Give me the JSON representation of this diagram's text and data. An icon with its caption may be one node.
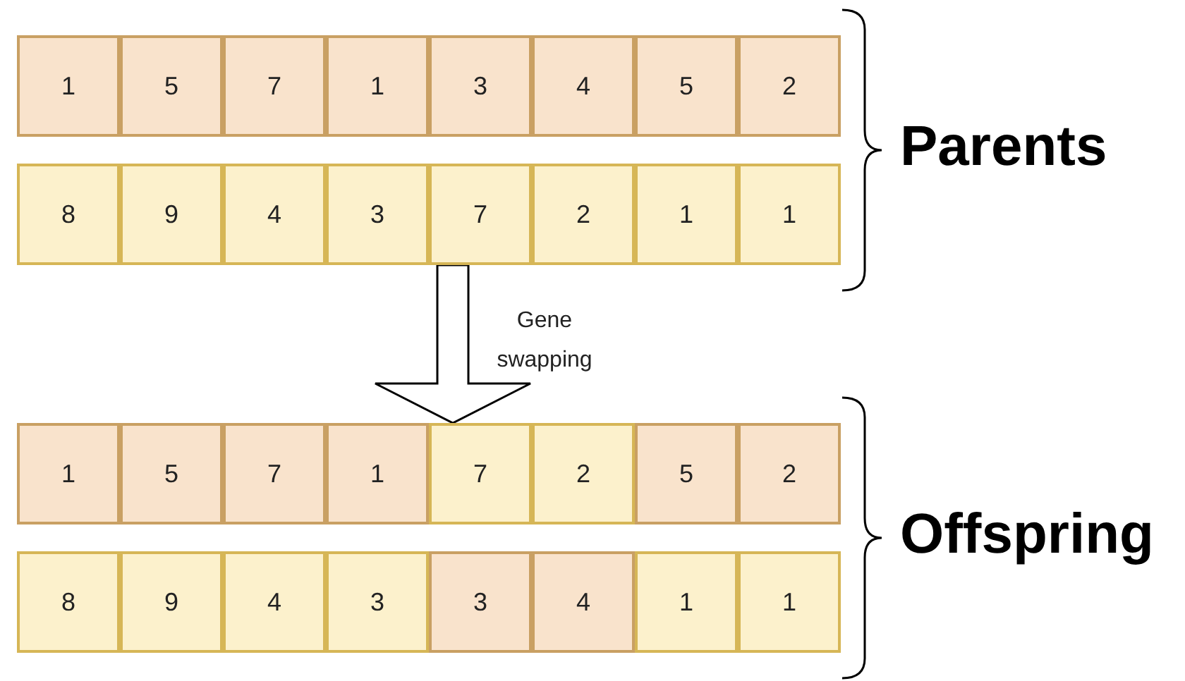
{
  "diagram": {
    "nodes": [
      {
        "text": [
          "Parents"
        ]
      },
      {
        "text": [
          "1"
        ],
        "in": 0
      },
      {
        "text": [
          "5"
        ],
        "in": 0
      },
      {
        "text": [
          "7"
        ],
        "in": 0
      },
      {
        "text": [
          "1"
        ],
        "in": 0
      },
      {
        "text": [
          "3"
        ],
        "in": 0
      },
      {
        "text": [
          "4"
        ],
        "in": 0
      },
      {
        "text": [
          "5"
        ],
        "in": 0
      },
      {
        "text": [
          "2"
        ],
        "in": 0
      },
      {
        "text": [
          "8"
        ],
        "in": 0
      },
      {
        "text": [
          "9"
        ],
        "in": 0
      },
      {
        "text": [
          "4"
        ],
        "in": 0
      },
      {
        "text": [
          "3"
        ],
        "in": 0
      },
      {
        "text": [
          "7"
        ],
        "in": 0
      },
      {
        "text": [
          "2"
        ],
        "in": 0
      },
      {
        "text": [
          "1"
        ],
        "in": 0
      },
      {
        "text": [
          "1"
        ],
        "in": 0
      },
      {
        "text": [
          "Offspring"
        ]
      },
      {
        "text": [
          "1"
        ],
        "in": 17
      },
      {
        "text": [
          "5"
        ],
        "in": 17
      },
      {
        "text": [
          "7"
        ],
        "in": 17
      },
      {
        "text": [
          "1"
        ],
        "in": 17
      },
      {
        "text": [
          "7"
        ],
        "in": 17
      },
      {
        "text": [
          "2"
        ],
        "in": 17
      },
      {
        "text": [
          "5"
        ],
        "in": 17
      },
      {
        "text": [
          "2"
        ],
        "in": 17
      },
      {
        "text": [
          "8"
        ],
        "in": 17
      },
      {
        "text": [
          "9"
        ],
        "in": 17
      },
      {
        "text": [
          "4"
        ],
        "in": 17
      },
      {
        "text": [
          "3"
        ],
        "in": 17
      },
      {
        "text": [
          "3"
        ],
        "in": 17
      },
      {
        "text": [
          "4"
        ],
        "in": 17
      },
      {
        "text": [
          "1"
        ],
        "in": 17
      },
      {
        "text": [
          "1"
        ],
        "in": 17
      }
    ],
    "edges": [
      {
        "from": 0,
        "to": 17,
        "arrow": "to",
        "label": "Gene swapping"
      }
    ]
  }
}
